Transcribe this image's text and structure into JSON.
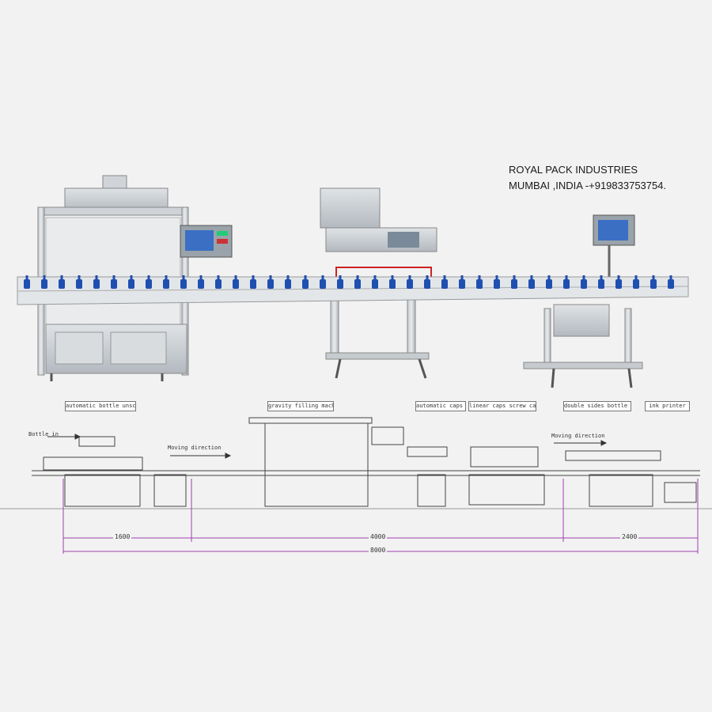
{
  "company": {
    "name": "ROYAL PACK INDUSTRIES",
    "contact": "MUMBAI ,INDIA -+919833753754."
  },
  "stations": [
    {
      "label": "automatic bottle unscrambler"
    },
    {
      "label": "gravity filling machine"
    },
    {
      "label": "automatic caps fell"
    },
    {
      "label": "linear caps screw capping"
    },
    {
      "label": "double sides bottle labeling"
    },
    {
      "label": "ink printer"
    }
  ],
  "layout_notes": {
    "bottle_in": "Bottle in",
    "moving_direction_1": "Moving direction",
    "moving_direction_2": "Moving direction"
  },
  "dimensions": {
    "d1": "1600",
    "d2": "4000",
    "d3": "2400",
    "total": "8000"
  },
  "colors": {
    "background": "#f2f2f2",
    "machine_steel": "#c8cdd2",
    "bottle_blue": "#1f4fb0",
    "dimension_line": "#a040b0"
  }
}
